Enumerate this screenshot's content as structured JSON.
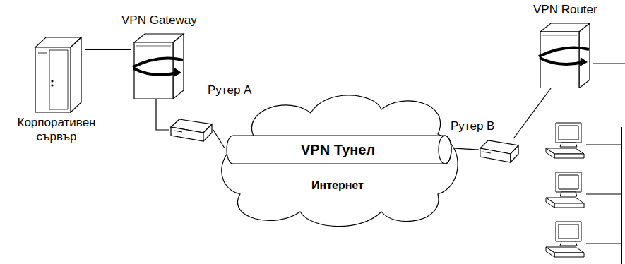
{
  "diagram": {
    "nodes": [
      {
        "text": [
          "Корпоративен сървър"
        ]
      },
      {
        "text": [
          "VPN Gateway"
        ]
      },
      {
        "text": [
          "Рутер А"
        ]
      },
      {
        "text": [
          "Интернет"
        ]
      },
      {
        "text": [
          "VPN Тунел"
        ]
      },
      {
        "text": [
          "Рутер В"
        ]
      },
      {
        "text": [
          "VPN Router"
        ]
      }
    ],
    "edges": [
      {
        "from": 0,
        "to": 1,
        "arrow": "none"
      },
      {
        "from": 1,
        "to": 2,
        "arrow": "none"
      },
      {
        "from": 2,
        "to": 4,
        "arrow": "none"
      },
      {
        "from": 4,
        "to": 5,
        "arrow": "none"
      },
      {
        "from": 5,
        "to": 6,
        "arrow": "none"
      }
    ]
  }
}
